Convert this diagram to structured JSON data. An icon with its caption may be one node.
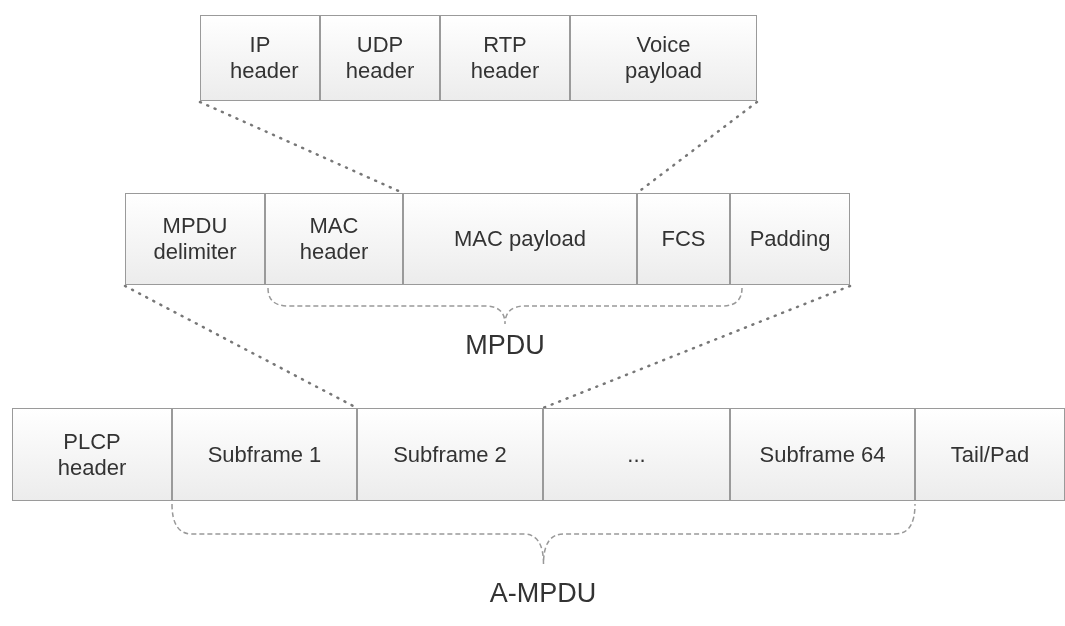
{
  "diagram": {
    "nodes": [
      {
        "text": [
          "IP header"
        ]
      },
      {
        "text": [
          "UDP header"
        ]
      },
      {
        "text": [
          "RTP header"
        ]
      },
      {
        "text": [
          "Voice payload"
        ]
      },
      {
        "text": [
          "MPDU delimiter"
        ]
      },
      {
        "text": [
          "MAC header"
        ]
      },
      {
        "text": [
          "MAC payload"
        ]
      },
      {
        "text": [
          "FCS"
        ]
      },
      {
        "text": [
          "Padding"
        ]
      },
      {
        "text": [
          "PLCP header"
        ]
      },
      {
        "text": [
          "Subframe 1"
        ]
      },
      {
        "text": [
          "Subframe 2"
        ]
      },
      {
        "text": [
          "..."
        ]
      },
      {
        "text": [
          "Subframe 64"
        ]
      },
      {
        "text": [
          "Tail/Pad"
        ]
      }
    ],
    "edges": [
      {
        "from": 0,
        "to": 6,
        "arrow": "none"
      },
      {
        "from": 3,
        "to": 6,
        "arrow": "none"
      },
      {
        "from": 4,
        "to": 11,
        "arrow": "none"
      },
      {
        "from": 8,
        "to": 11,
        "arrow": "none"
      }
    ],
    "labels": [
      "MPDU",
      "A-MPDU"
    ]
  }
}
